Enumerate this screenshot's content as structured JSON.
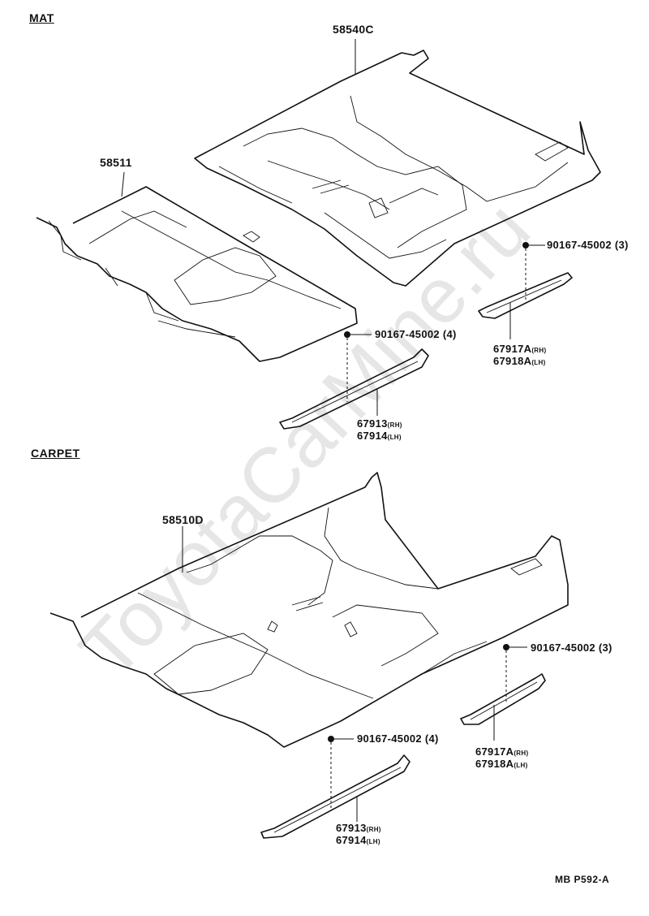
{
  "sections": {
    "mat": "MAT",
    "carpet": "CARPET"
  },
  "mat": {
    "rear": "58540C",
    "front": "58511",
    "clip_right": "90167-45002",
    "clip_right_qty": "(3)",
    "clip_left": "90167-45002",
    "clip_left_qty": "(4)",
    "scuff_rear_rh": "67917A",
    "scuff_rear_rh_suffix": "(RH)",
    "scuff_rear_lh": "67918A",
    "scuff_rear_lh_suffix": "(LH)",
    "scuff_front_rh": "67913",
    "scuff_front_rh_suffix": "(RH)",
    "scuff_front_lh": "67914",
    "scuff_front_lh_suffix": "(LH)"
  },
  "carpet": {
    "main": "58510D",
    "clip_right": "90167-45002",
    "clip_right_qty": "(3)",
    "clip_left": "90167-45002",
    "clip_left_qty": "(4)",
    "scuff_rear_rh": "67917A",
    "scuff_rear_rh_suffix": "(RH)",
    "scuff_rear_lh": "67918A",
    "scuff_rear_lh_suffix": "(LH)",
    "scuff_front_rh": "67913",
    "scuff_front_rh_suffix": "(RH)",
    "scuff_front_lh": "67914",
    "scuff_front_lh_suffix": "(LH)"
  },
  "diagram_code": "MB P592-A",
  "watermark": "ToyotaCarMine.ru"
}
